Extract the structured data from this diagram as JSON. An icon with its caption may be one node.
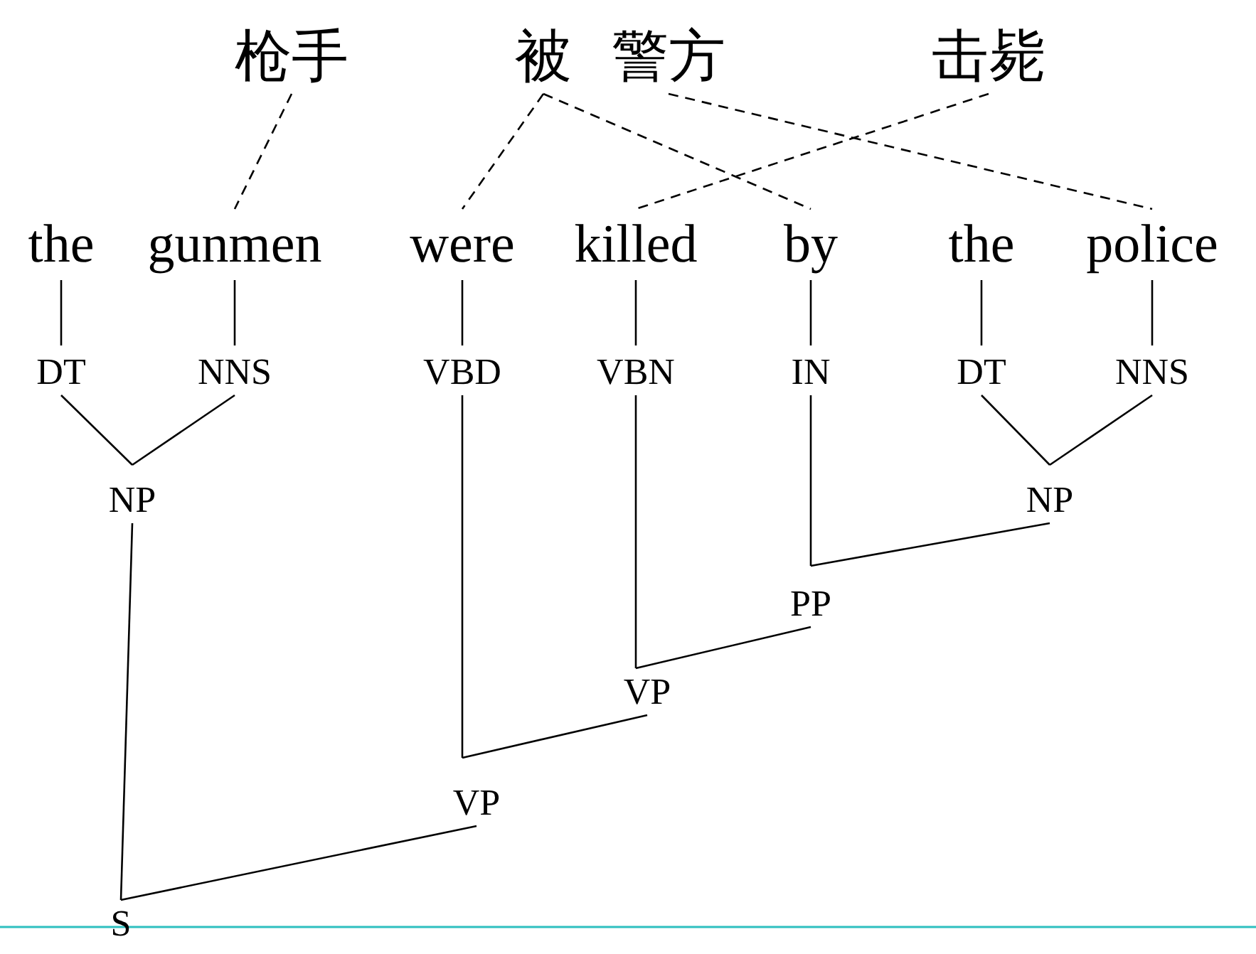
{
  "diagram": {
    "nodes": [
      {
        "text": [
          "枪手"
        ]
      },
      {
        "text": [
          "被"
        ]
      },
      {
        "text": [
          "警方"
        ]
      },
      {
        "text": [
          "击毙"
        ]
      },
      {
        "text": [
          "the"
        ]
      },
      {
        "text": [
          "gunmen"
        ]
      },
      {
        "text": [
          "were"
        ]
      },
      {
        "text": [
          "killed"
        ]
      },
      {
        "text": [
          "by"
        ]
      },
      {
        "text": [
          "the"
        ]
      },
      {
        "text": [
          "police"
        ]
      },
      {
        "text": [
          "DT"
        ]
      },
      {
        "text": [
          "NNS"
        ]
      },
      {
        "text": [
          "VBD"
        ]
      },
      {
        "text": [
          "VBN"
        ]
      },
      {
        "text": [
          "IN"
        ]
      },
      {
        "text": [
          "DT"
        ]
      },
      {
        "text": [
          "NNS"
        ]
      },
      {
        "text": [
          "NP"
        ]
      },
      {
        "text": [
          "NP"
        ]
      },
      {
        "text": [
          "PP"
        ]
      },
      {
        "text": [
          "VP"
        ]
      },
      {
        "text": [
          "VP"
        ]
      },
      {
        "text": [
          "S"
        ]
      }
    ],
    "edges": [
      {
        "from": 0,
        "to": 5,
        "arrow": "none",
        "style": "dashed"
      },
      {
        "from": 1,
        "to": 6,
        "arrow": "none",
        "style": "dashed"
      },
      {
        "from": 1,
        "to": 8,
        "arrow": "none",
        "style": "dashed"
      },
      {
        "from": 2,
        "to": 10,
        "arrow": "none",
        "style": "dashed"
      },
      {
        "from": 3,
        "to": 7,
        "arrow": "none",
        "style": "dashed"
      },
      {
        "from": 4,
        "to": 11,
        "arrow": "none"
      },
      {
        "from": 5,
        "to": 12,
        "arrow": "none"
      },
      {
        "from": 6,
        "to": 13,
        "arrow": "none"
      },
      {
        "from": 7,
        "to": 14,
        "arrow": "none"
      },
      {
        "from": 8,
        "to": 15,
        "arrow": "none"
      },
      {
        "from": 9,
        "to": 16,
        "arrow": "none"
      },
      {
        "from": 10,
        "to": 17,
        "arrow": "none"
      },
      {
        "from": 18,
        "to": 11,
        "arrow": "none"
      },
      {
        "from": 18,
        "to": 12,
        "arrow": "none"
      },
      {
        "from": 19,
        "to": 16,
        "arrow": "none"
      },
      {
        "from": 19,
        "to": 17,
        "arrow": "none"
      },
      {
        "from": 20,
        "to": 15,
        "arrow": "none"
      },
      {
        "from": 20,
        "to": 19,
        "arrow": "none"
      },
      {
        "from": 21,
        "to": 14,
        "arrow": "none"
      },
      {
        "from": 21,
        "to": 20,
        "arrow": "none"
      },
      {
        "from": 22,
        "to": 13,
        "arrow": "none"
      },
      {
        "from": 22,
        "to": 21,
        "arrow": "none"
      },
      {
        "from": 23,
        "to": 18,
        "arrow": "none"
      },
      {
        "from": 23,
        "to": 22,
        "arrow": "none"
      }
    ]
  }
}
